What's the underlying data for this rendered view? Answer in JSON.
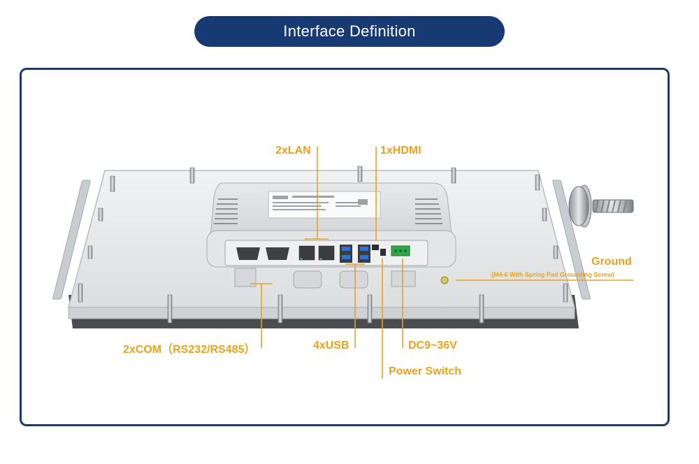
{
  "title": "Interface Definition",
  "callouts": {
    "lan": "2xLAN",
    "hdmi": "1xHDMI",
    "ground": "Ground",
    "ground_note": "(M4-6 With Spring Pad Grounding Screw)",
    "com": "2xCOM（RS232/RS485）",
    "usb": "4xUSB",
    "dc": "DC9~36V",
    "power_switch": "Power Switch"
  },
  "colors": {
    "accent": "#e9a21b",
    "navy": "#183a73"
  }
}
